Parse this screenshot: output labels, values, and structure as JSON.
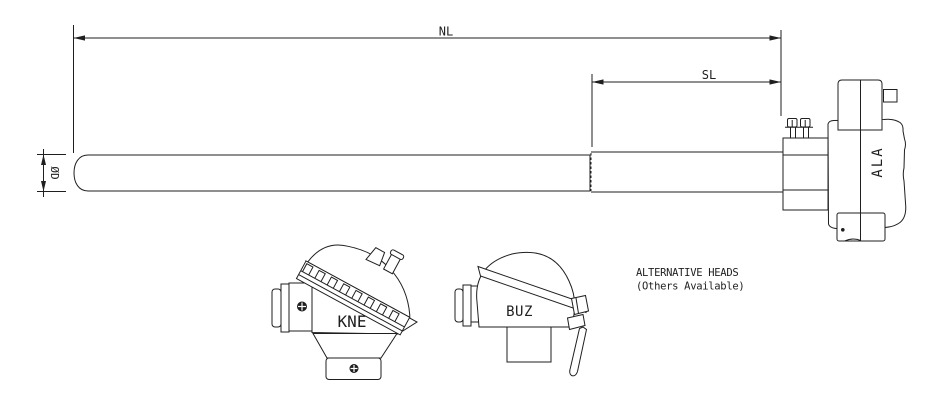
{
  "canvas": {
    "background": "#ffffff",
    "line_color": "#1f1f1f"
  },
  "dimensions": {
    "overall_length_label": "NL",
    "stem_length_label": "SL",
    "diameter_label": "ØD"
  },
  "heads": {
    "mounted_head_label": "ALA",
    "alternative_1_label": "KNE",
    "alternative_2_label": "BUZ"
  },
  "notes": {
    "alternative_heads_title": "ALTERNATIVE HEADS",
    "alternative_heads_subtitle": "(Others Available)"
  }
}
